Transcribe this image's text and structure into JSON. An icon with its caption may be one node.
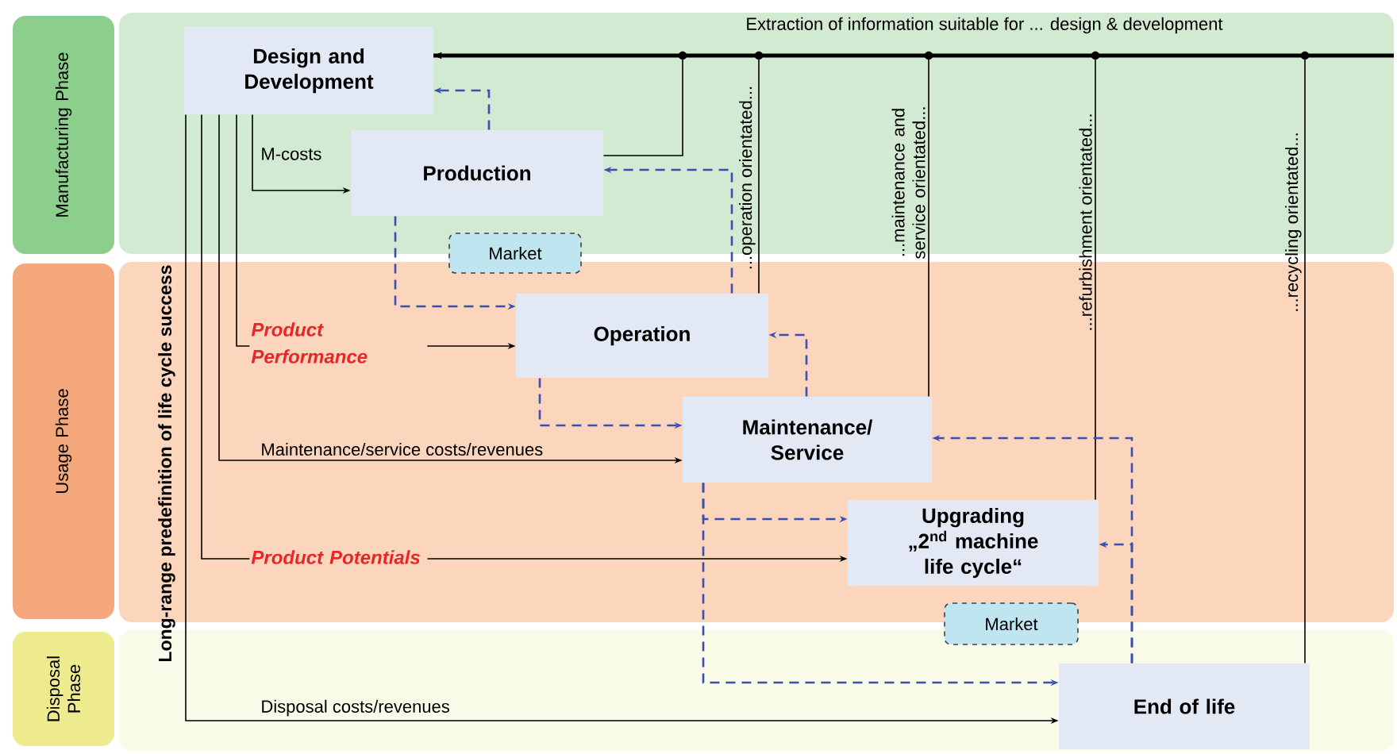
{
  "diagram": {
    "nodes": [
      {
        "text": [
          "Manufacturing Phase"
        ]
      },
      {
        "text": [
          "Usage Phase"
        ]
      },
      {
        "text": [
          "Disposal Phase"
        ]
      },
      {
        "text": [
          "Design and Development"
        ]
      },
      {
        "text": [
          "Production"
        ]
      },
      {
        "text": [
          "Market"
        ]
      },
      {
        "text": [
          "Operation"
        ]
      },
      {
        "text": [
          "Maintenance/ Service"
        ]
      },
      {
        "text": [
          "Upgrading",
          "„2$^{nd}$ machine life cycle“"
        ]
      },
      {
        "text": [
          "Market"
        ]
      },
      {
        "text": [
          "End of life"
        ]
      }
    ],
    "edges": [
      {
        "from": 3,
        "to": 4,
        "arrow": "to",
        "label": "M-costs"
      },
      {
        "from": 3,
        "to": 6,
        "arrow": "to",
        "label": "Product Performance"
      },
      {
        "from": 3,
        "to": 7,
        "arrow": "to",
        "label": "Maintenance/service costs/revenues"
      },
      {
        "from": 3,
        "to": 8,
        "arrow": "to",
        "label": "Product Potentials"
      },
      {
        "from": 3,
        "to": 10,
        "arrow": "to",
        "label": "Disposal costs/revenues"
      },
      {
        "from": 4,
        "to": 3,
        "arrow": "to"
      },
      {
        "from": 6,
        "to": 3,
        "arrow": "to",
        "label": "...operation orientated..."
      },
      {
        "from": 7,
        "to": 3,
        "arrow": "to",
        "label": "...maintenance and service orientated..."
      },
      {
        "from": 8,
        "to": 3,
        "arrow": "to",
        "label": "...refurbishment orientated..."
      },
      {
        "from": 10,
        "to": 3,
        "arrow": "to",
        "label": "...recycling orientated..."
      },
      {
        "from": 4,
        "to": 3,
        "arrow": "to",
        "style": "dashed",
        "color": "#3a4fb0"
      },
      {
        "from": 4,
        "to": 6,
        "arrow": "to",
        "style": "dashed",
        "color": "#3a4fb0"
      },
      {
        "from": 6,
        "to": 4,
        "arrow": "to",
        "style": "dashed",
        "color": "#3a4fb0"
      },
      {
        "from": 7,
        "to": 6,
        "arrow": "to",
        "style": "dashed",
        "color": "#3a4fb0"
      },
      {
        "from": 6,
        "to": 7,
        "arrow": "to",
        "style": "dashed",
        "color": "#3a4fb0"
      },
      {
        "from": 7,
        "to": 8,
        "arrow": "to",
        "style": "dashed",
        "color": "#3a4fb0"
      },
      {
        "from": 7,
        "to": 10,
        "arrow": "to",
        "style": "dashed",
        "color": "#3a4fb0"
      },
      {
        "from": 10,
        "to": 7,
        "arrow": "to",
        "style": "dashed",
        "color": "#3a4fb0"
      },
      {
        "from": 10,
        "to": 8,
        "arrow": "to",
        "style": "dashed",
        "color": "#3a4fb0"
      }
    ],
    "labels": [
      "Extraction of information suitable for ... design & development",
      "Long-range predefinition of life cycle success"
    ]
  }
}
